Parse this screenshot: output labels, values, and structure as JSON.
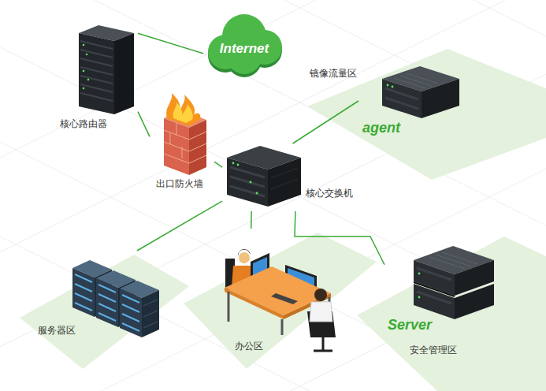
{
  "diagram": {
    "nodes": [
      {
        "text": [
          "Internet"
        ]
      },
      {
        "text": [
          "核心路由器"
        ]
      },
      {
        "text": [
          "出口防火墙"
        ]
      },
      {
        "text": [
          "镜像流量区"
        ]
      },
      {
        "text": [
          "agent"
        ],
        "in": 3
      },
      {
        "text": [
          "核心交换机"
        ]
      },
      {
        "text": [
          "服务器区"
        ]
      },
      {
        "text": [
          "办公区"
        ]
      },
      {
        "text": [
          "安全管理区"
        ]
      },
      {
        "text": [
          "Server"
        ],
        "in": 8
      }
    ],
    "edges": [
      {
        "from": 1,
        "to": 0,
        "arrow": "none"
      },
      {
        "from": 1,
        "to": 2,
        "arrow": "none"
      },
      {
        "from": 2,
        "to": 5,
        "arrow": "none"
      },
      {
        "from": 5,
        "to": 4,
        "arrow": "none"
      },
      {
        "from": 5,
        "to": 6,
        "arrow": "none"
      },
      {
        "from": 5,
        "to": 7,
        "arrow": "none"
      },
      {
        "from": 5,
        "to": 9,
        "arrow": "none"
      }
    ]
  }
}
